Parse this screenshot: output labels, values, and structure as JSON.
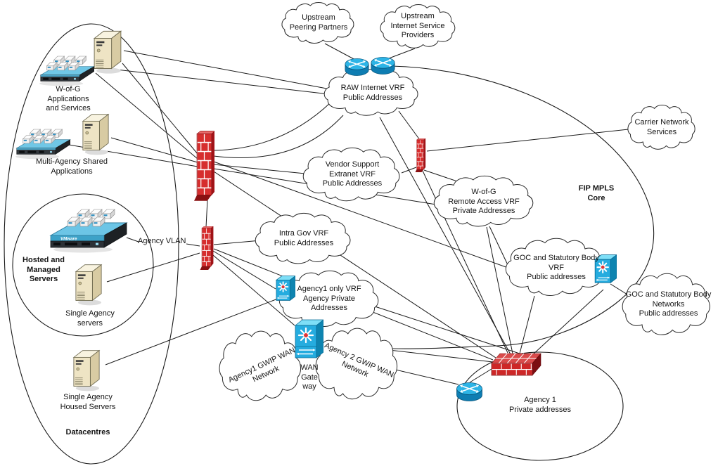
{
  "diagram": {
    "kind": "network-architecture",
    "colors": {
      "line": "#1a1a1a",
      "cloud_fill": "#ffffff",
      "brick_red": "#d62e2e",
      "brick_shadow": "#8a1012",
      "cisco_blue": "#2cb1e6",
      "switch_blue": "#25acdf",
      "server_beige": "#eee4c4",
      "vm_slab_blue": "#6cc5e6"
    },
    "icons": {
      "vmware_label": "VMware",
      "set": [
        "cloud",
        "firewall-brick-wall",
        "internet-router",
        "multilayer-switch",
        "tower-server",
        "vm-host-stack",
        "boundary-ellipse"
      ]
    }
  },
  "nodes": {
    "upstream_peering": {
      "label": "Upstream\nPeering Partners"
    },
    "upstream_isp": {
      "label": "Upstream\nInternet Service\nProviders"
    },
    "raw_internet": {
      "label": "RAW Internet VRF\nPublic Addresses"
    },
    "vendor_support": {
      "label": "Vendor Support\nExtranet VRF\nPublic Addresses"
    },
    "wofg_remote": {
      "label": "W-of-G\nRemote Access VRF\nPrivate Addresses"
    },
    "carrier": {
      "label": "Carrier Network\nServices"
    },
    "fip_core": {
      "label": "FIP MPLS\nCore"
    },
    "intra_gov": {
      "label": "Intra Gov VRF\nPublic Addresses"
    },
    "agency1_vrf": {
      "label": "Agency1 only VRF\nAgency Private\nAddresses"
    },
    "goc_vrf": {
      "label": "GOC and Statutory Body\nVRF\nPublic addresses"
    },
    "goc_networks": {
      "label": "GOC and Statutory Body\nNetworks\nPublic addresses"
    },
    "agency1_gwip": {
      "label": "Agency1  GWIP WAN\nNetwork"
    },
    "agency2_gwip": {
      "label": "Agency 2 GWIP WAN\nNetwork"
    },
    "wan_gateway": {
      "label": "WAN\nGate\nway"
    },
    "agency1_private": {
      "label": "Agency 1\nPrivate addresses"
    },
    "wofg_apps": {
      "label": "W-of-G\nApplications\nand Services"
    },
    "multi_agency": {
      "label": "Multi-Agency Shared\nApplications"
    },
    "hosted_managed": {
      "label": "Hosted and\nManaged\nServers"
    },
    "agency_vlan": {
      "label": "Agency VLAN"
    },
    "single_agency_servers": {
      "label": "Single Agency\nservers"
    },
    "single_agency_housed": {
      "label": "Single Agency\nHoused Servers"
    },
    "datacentres": {
      "label": "Datacentres"
    }
  },
  "edges": [
    [
      "wofg-app-server",
      "raw-internet-vrf-cloud"
    ],
    [
      "wofg-app-host",
      "raw-internet-vrf-cloud"
    ],
    [
      "wofg-app-server",
      "datacentre-firewall"
    ],
    [
      "wofg-app-host",
      "datacentre-firewall"
    ],
    [
      "multi-agency-server",
      "datacentre-firewall"
    ],
    [
      "multi-agency-host",
      "datacentre-firewall"
    ],
    [
      "datacentre-firewall",
      "raw-internet-vrf-cloud"
    ],
    [
      "datacentre-firewall",
      "raw-internet-vrf-cloud"
    ],
    [
      "datacentre-firewall",
      "vendor-support-cloud"
    ],
    [
      "datacentre-firewall",
      "wofg-remote-access-cloud"
    ],
    [
      "datacentre-firewall",
      "goc-vrf-cloud"
    ],
    [
      "datacentre-firewall",
      "agency1-firewall"
    ],
    [
      "datacentre-firewall",
      "agency-firewall"
    ],
    [
      "vmware-host",
      "agency-vlan-label"
    ],
    [
      "agency-vlan-label",
      "agency-firewall"
    ],
    [
      "single-agency-server",
      "agency-firewall"
    ],
    [
      "agency-firewall",
      "intra-gov-cloud"
    ],
    [
      "agency-firewall",
      "agency1-switch"
    ],
    [
      "agency-firewall",
      "wan-gateway-switch"
    ],
    [
      "agency-firewall",
      "agency1-firewall"
    ],
    [
      "raw-internet-vrf-cloud",
      "agency1-firewall"
    ],
    [
      "agency1-only-vrf-cloud",
      "agency1-firewall"
    ],
    [
      "wofg-remote-access-cloud",
      "agency1-firewall"
    ],
    [
      "wofg-remote-access-cloud",
      "goc-vrf-cloud"
    ],
    [
      "goc-vrf-cloud",
      "agency1-firewall"
    ],
    [
      "extranet-firewall",
      "agency1-firewall"
    ],
    [
      "extranet-firewall",
      "raw-internet-vrf-cloud"
    ],
    [
      "extranet-firewall",
      "carrier-network-cloud"
    ],
    [
      "extranet-firewall",
      "vendor-support-cloud"
    ],
    [
      "extranet-firewall",
      "wofg-remote-access-cloud"
    ],
    [
      "upstream-peering-cloud",
      "internet-router-1"
    ],
    [
      "upstream-isp-cloud",
      "internet-router-2"
    ],
    [
      "goc-switch",
      "goc-networks-cloud"
    ],
    [
      "single-agency-housed-server",
      "agency1-switch"
    ],
    [
      "agency1-router",
      "wan-gateway-switch"
    ],
    [
      "agency1-router",
      "agency1-firewall"
    ],
    [
      "wan-gateway-switch",
      "agency1-firewall"
    ],
    [
      "goc-switch",
      "agency1-firewall"
    ]
  ]
}
